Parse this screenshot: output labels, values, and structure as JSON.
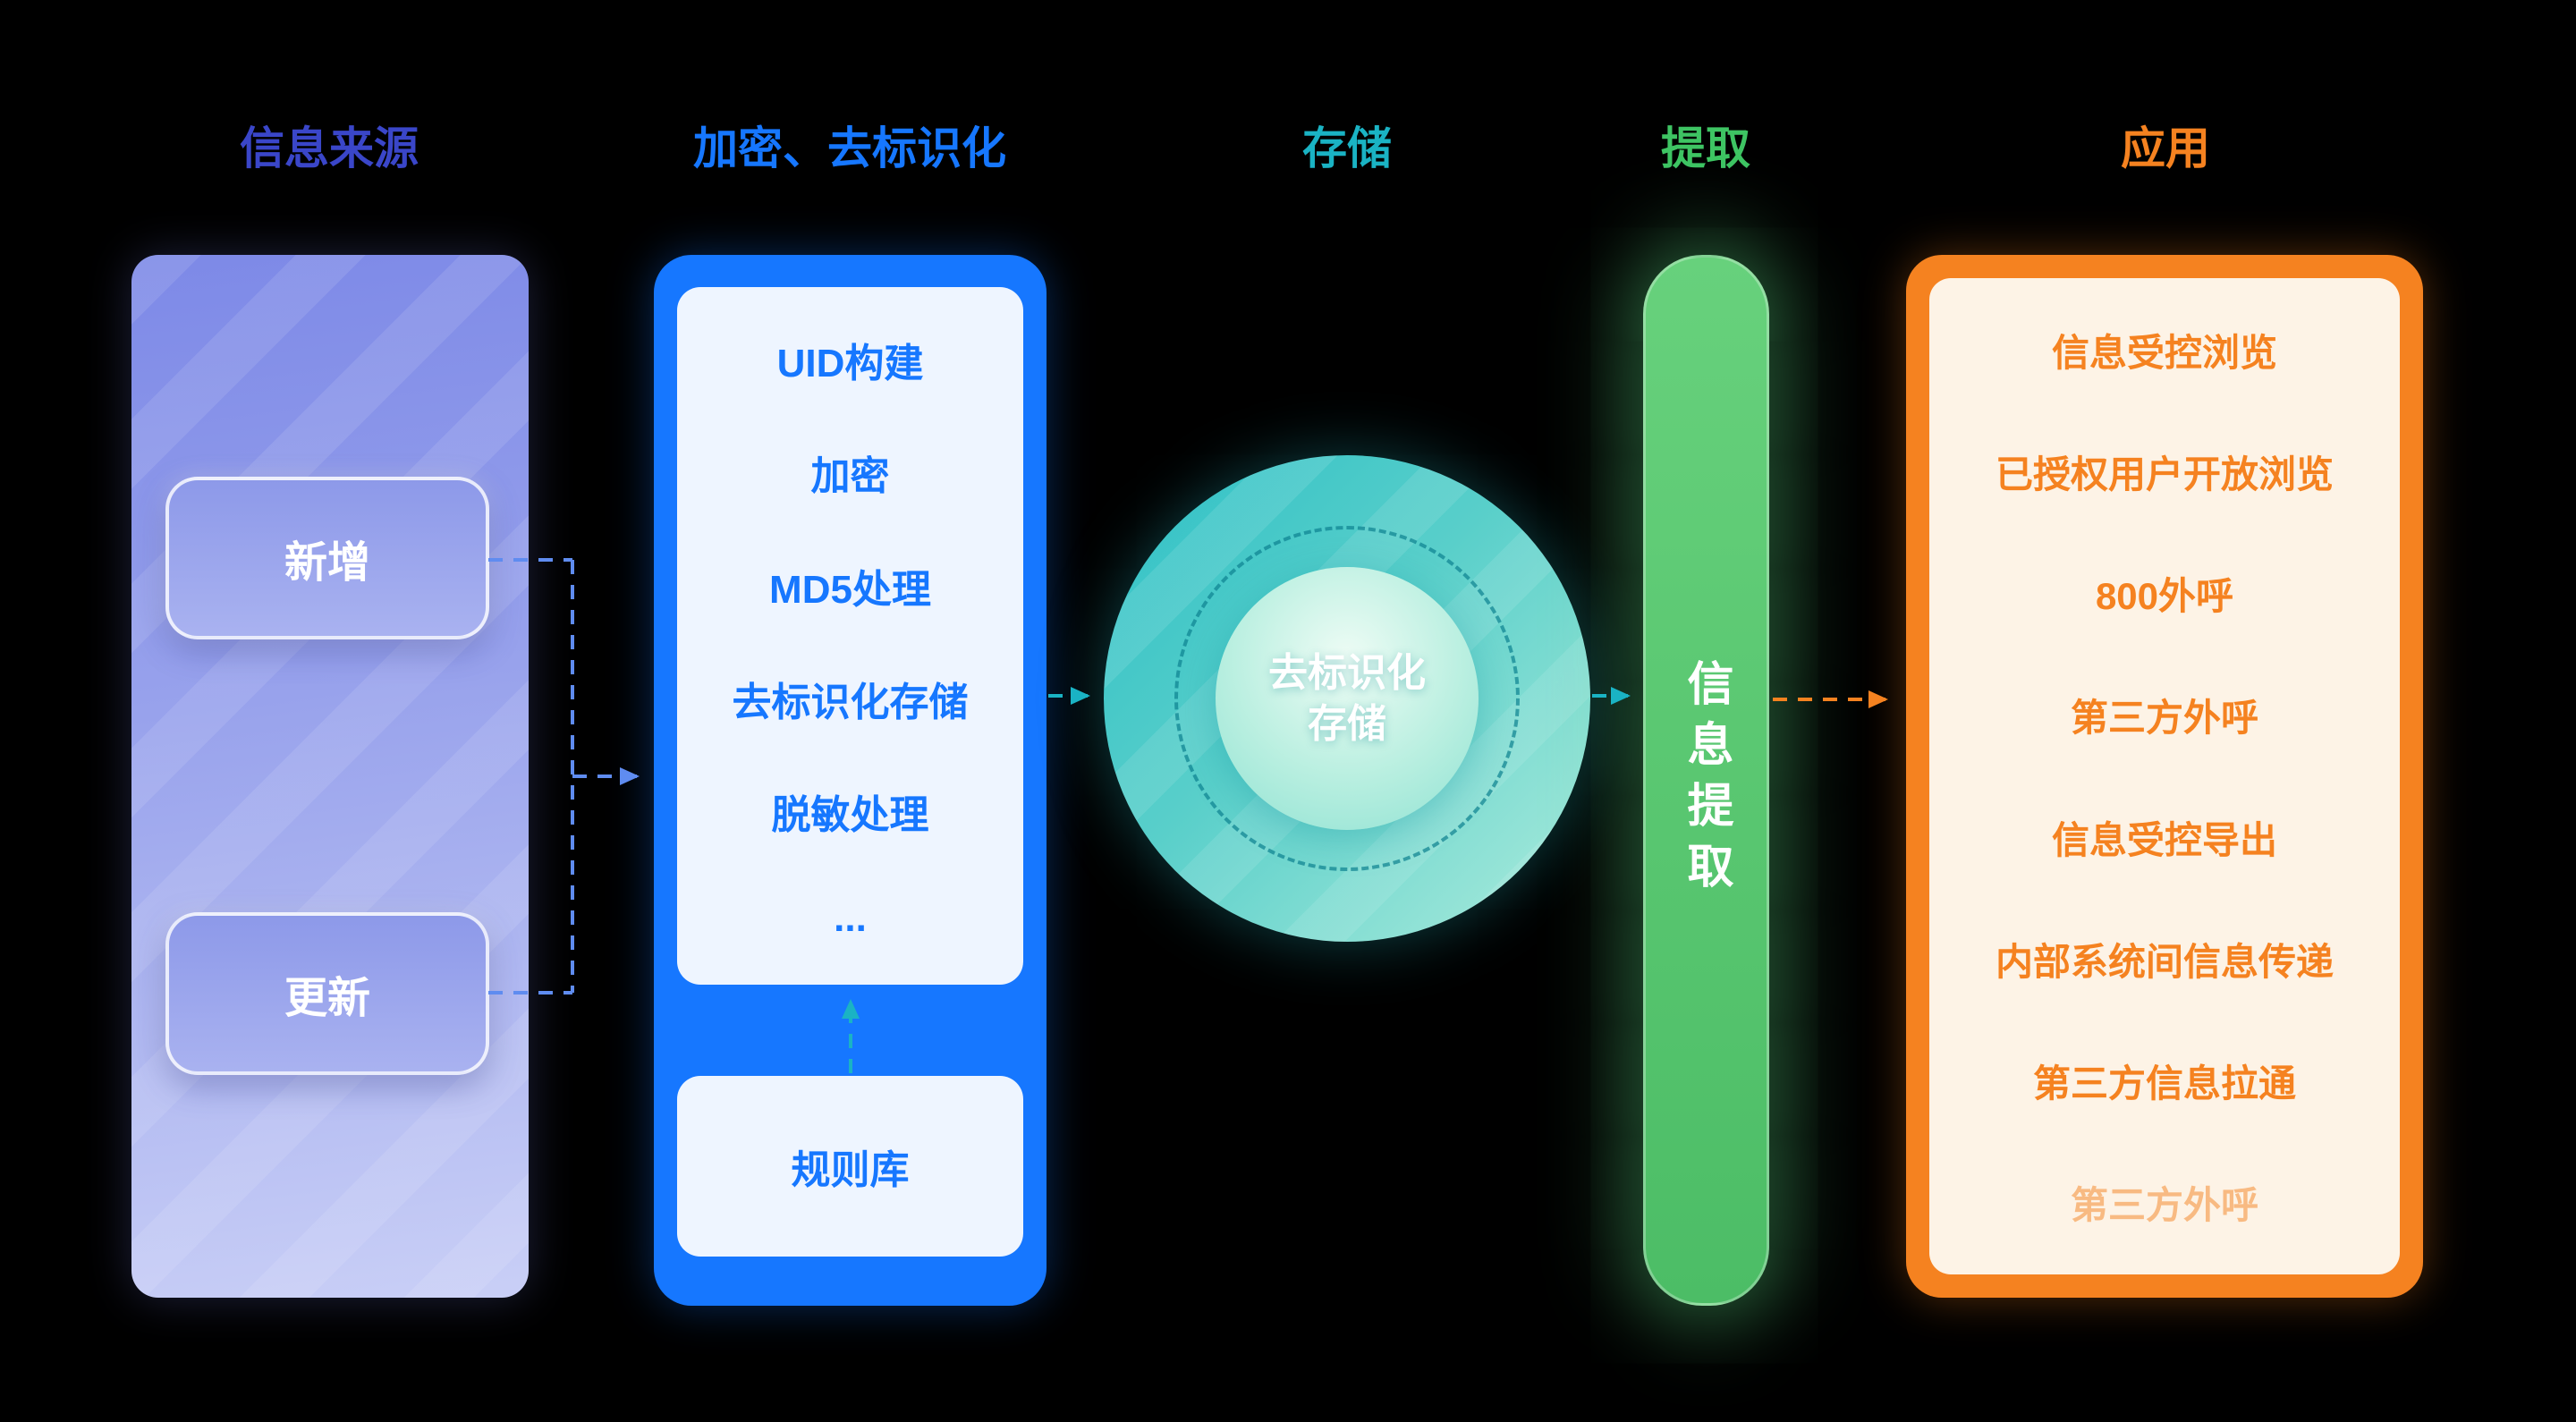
{
  "headers": {
    "source": "信息来源",
    "encryption": "加密、去标识化",
    "storage": "存储",
    "extraction": "提取",
    "application": "应用"
  },
  "source_panel": {
    "add": "新增",
    "update": "更新"
  },
  "encryption_panel": {
    "steps": [
      "UID构建",
      "加密",
      "MD5处理",
      "去标识化存储",
      "脱敏处理",
      "..."
    ],
    "rule_base": "规则库"
  },
  "storage_panel": {
    "circle_line1": "去标识化",
    "circle_line2": "存储"
  },
  "extraction_panel": {
    "label": "信息提取"
  },
  "application_panel": {
    "items": [
      "信息受控浏览",
      "已授权用户开放浏览",
      "800外呼",
      "第三方外呼",
      "信息受控导出",
      "内部系统间信息传递",
      "第三方信息拉通",
      "第三方外呼"
    ]
  },
  "colors": {
    "source_header": "#3a46c9",
    "encryption_blue": "#1677ff",
    "storage_teal": "#1ab3c4",
    "extraction_green": "#3ec463",
    "application_orange": "#f58220",
    "arrow_blue": "#5f8cf0"
  }
}
